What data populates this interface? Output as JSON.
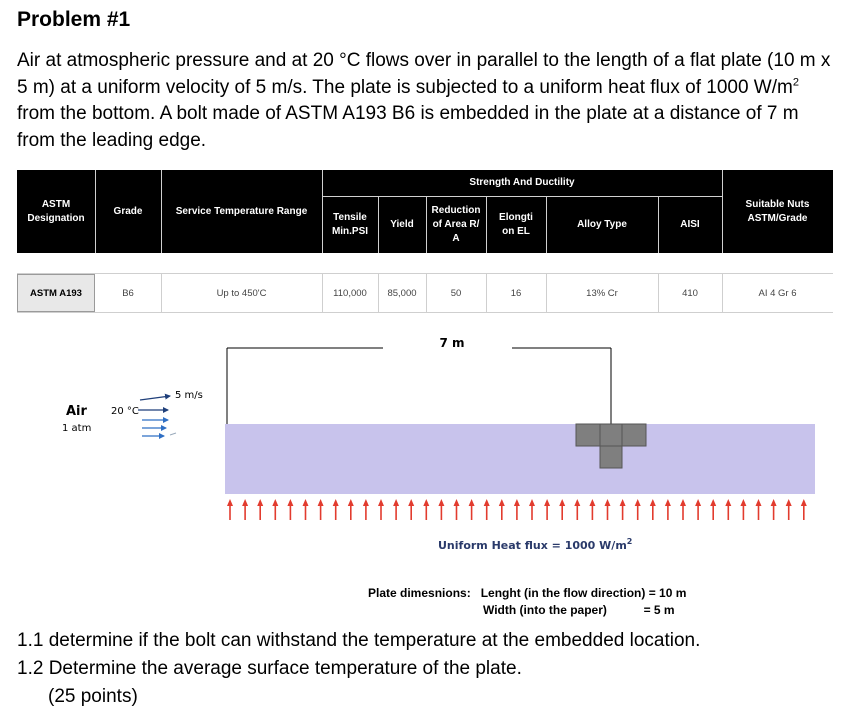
{
  "title": "Problem #1",
  "paragraph": {
    "part1": "Air at atmospheric pressure and at 20 °C flows over in parallel to the length of a flat plate (10 m x 5 m) at a uniform velocity of 5 m/s. The plate is subjected to a uniform heat flux of 1000 W/m",
    "sup": "2",
    "part2": " from the bottom. A bolt made of ASTM A193 B6 is embedded in the plate at a distance of 7 m from the leading edge."
  },
  "table": {
    "group_header": "Strength And Ductility",
    "headers": {
      "designation": "ASTM Designation",
      "grade": "Grade",
      "service_temp": "Service Temperature Range",
      "tensile": "Tensile Min.PSI",
      "yield": "Yield",
      "reduction": "Reduction of Area R/ A",
      "elongation": "Elongti on EL",
      "alloy": "Alloy Type",
      "aisi": "AISI",
      "nuts": "Suitable Nuts ASTM/Grade"
    },
    "row": {
      "designation": "ASTM A193",
      "grade": "B6",
      "service_temp": "Up to 450'C",
      "tensile": "110,000",
      "yield": "85,000",
      "reduction": "50",
      "elongation": "16",
      "alloy": "13% Cr",
      "aisi": "410",
      "nuts": "AI 4 Gr 6"
    }
  },
  "figure": {
    "distance_label": "7 m",
    "air_label": "Air",
    "air_pressure": "1 atm",
    "air_temp": "20 °C",
    "velocity": "5 m/s",
    "heat_flux_label": "Uniform Heat flux = 1000 W/m",
    "heat_flux_sup": "2",
    "plate_color": "#c8c3ec",
    "arrow_color": "#e23b2e",
    "flow_arrow_color": "#2f6fc4",
    "bolt_color": "#7f7f7f"
  },
  "plate_dims": {
    "label": "Plate dimesnions:",
    "length": "Lenght (in the flow direction) = 10 m",
    "width_label": "Width (into the paper)",
    "width_value": "= 5 m"
  },
  "questions": {
    "q1": "1.1 determine if the bolt can withstand the temperature at the embedded location.",
    "q2": "1.2 Determine the average surface temperature of the plate.",
    "points": "(25 points)"
  }
}
